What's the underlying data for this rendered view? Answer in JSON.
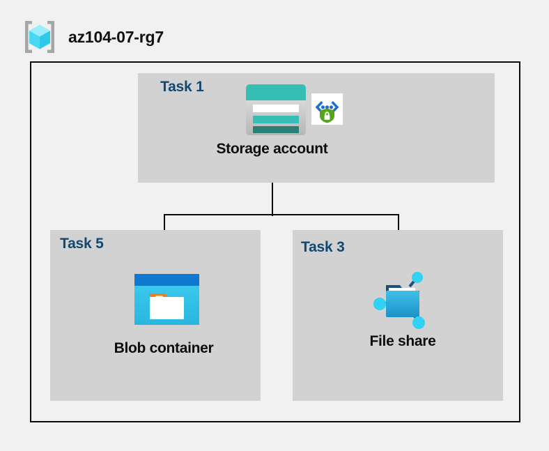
{
  "header": {
    "title": "az104-07-rg7",
    "icon": "resource-group-icon"
  },
  "diagram": {
    "type": "azure-architecture",
    "container_label": "az104-07-rg7",
    "panels": [
      {
        "task_label": "Task 1",
        "resource_label": "Storage account",
        "icons": [
          "storage-account-icon",
          "secure-endpoint-icon"
        ]
      },
      {
        "task_label": "Task 5",
        "resource_label": "Blob container",
        "icons": [
          "blob-container-icon"
        ]
      },
      {
        "task_label": "Task 3",
        "resource_label": "File share",
        "icons": [
          "file-share-icon"
        ]
      }
    ],
    "connections": [
      {
        "from": "Storage account",
        "to": "Blob container"
      },
      {
        "from": "Storage account",
        "to": "File share"
      }
    ]
  },
  "colors": {
    "background": "#f1f1f1",
    "panel": "#d2d2d2",
    "border": "#0b0b0b",
    "task_text": "#12486f",
    "resource_text": "#0d0d0d",
    "storage_teal": "#35bfb4",
    "storage_teal_dark": "#2b7f75",
    "blob_blue": "#0f79d1",
    "blob_cyan": "#32c3ec",
    "blob_orange": "#f07c1d",
    "share_blue": "#31aad8",
    "node_cyan": "#32d2f5",
    "shield_green": "#54a51b",
    "cube_cyan": "#55e0f5",
    "bracket_gray": "#a6a6a6"
  }
}
